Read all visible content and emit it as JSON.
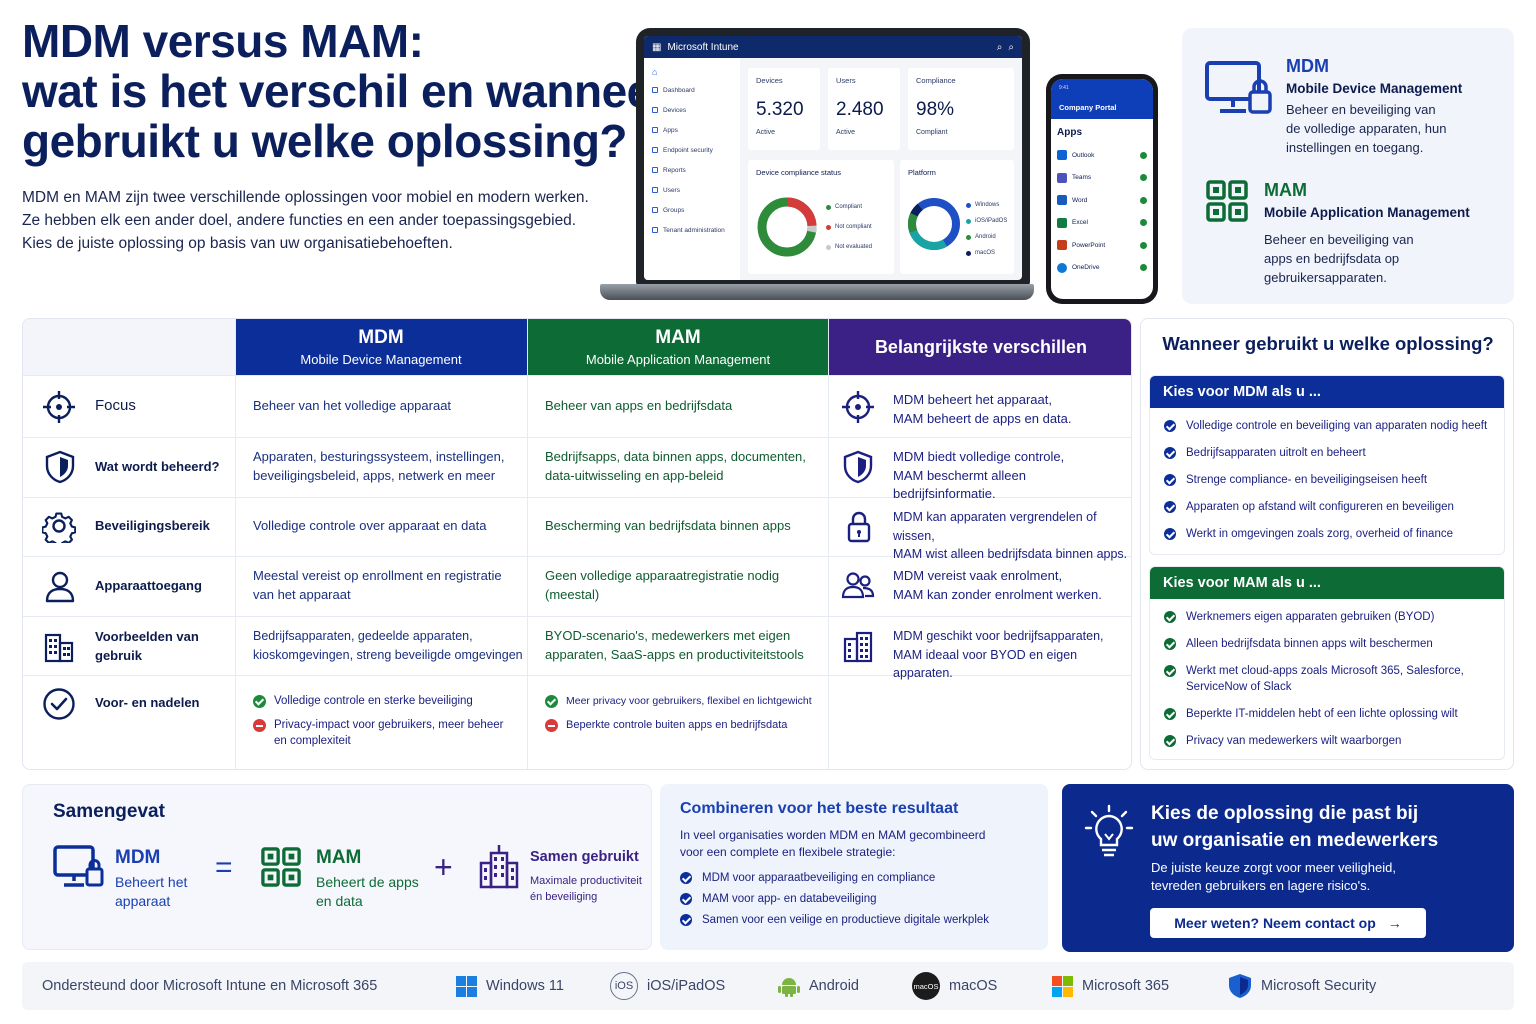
{
  "header": {
    "title_lines": [
      "MDM versus MAM:",
      "wat is het verschil en wanneer",
      "gebruikt u welke oplossing?"
    ],
    "intro_lines": [
      "MDM en MAM zijn twee verschillende oplossingen voor mobiel en modern werken.",
      "Ze hebben elk een ander doel, andere functies en een ander toepassingsgebied.",
      "Kies de juiste oplossing op basis van uw organisatiebehoeften."
    ]
  },
  "laptop": {
    "app_title": "Microsoft Intune",
    "nav": [
      "Dashboard",
      "Devices",
      "Apps",
      "Endpoint security",
      "Reports",
      "Users",
      "Groups",
      "Tenant administration"
    ],
    "kpis": [
      {
        "label": "Devices",
        "value": "5.320",
        "sub": "Active"
      },
      {
        "label": "Users",
        "value": "2.480",
        "sub": "Active"
      },
      {
        "label": "Compliance",
        "value": "98%",
        "sub": "Compliant"
      }
    ],
    "compliance_panel": {
      "title": "Device compliance status",
      "legend": [
        "Compliant",
        "Not compliant",
        "Not evaluated"
      ]
    },
    "platform_panel": {
      "title": "Platform",
      "legend": [
        "Windows",
        "iOS/iPadOS",
        "Android",
        "macOS"
      ]
    }
  },
  "phone": {
    "time": "9:41",
    "app_title": "Company Portal",
    "apps_heading": "Apps",
    "apps": [
      "Outlook",
      "Teams",
      "Word",
      "Excel",
      "PowerPoint",
      "OneDrive"
    ]
  },
  "definitions": {
    "mdm": {
      "heading": "MDM",
      "subtitle": "Mobile Device Management",
      "lines": [
        "Beheer en beveiliging van",
        "de volledige apparaten, hun",
        "instellingen en toegang."
      ]
    },
    "mam": {
      "heading": "MAM",
      "subtitle": "Mobile Application Management",
      "lines": [
        "Beheer en beveiliging van",
        "apps en bedrijfsdata op",
        "gebruikersapparaten."
      ]
    }
  },
  "table": {
    "mdm_head": {
      "title": "MDM",
      "subtitle": "Mobile Device Management"
    },
    "mam_head": {
      "title": "MAM",
      "subtitle": "Mobile Application Management"
    },
    "diff_head": "Belangrijkste verschillen",
    "rows": [
      {
        "label": "Focus",
        "mdm": "Beheer van het volledige apparaat",
        "mam": "Beheer van apps en bedrijfsdata",
        "diff": [
          "MDM beheert het apparaat,",
          "MAM beheert de apps en data."
        ]
      },
      {
        "label": "Wat wordt beheerd?",
        "mdm": [
          "Apparaten, besturingssysteem, instellingen,",
          "beveiligingsbeleid, apps, netwerk en meer"
        ],
        "mam": [
          "Bedrijfsapps, data binnen apps, documenten,",
          "data-uitwisseling en app-beleid"
        ],
        "diff": [
          "MDM biedt volledige controle,",
          "MAM beschermt alleen bedrijfsinformatie."
        ]
      },
      {
        "label": "Beveiligingsbereik",
        "mdm": "Volledige controle over apparaat en data",
        "mam": "Bescherming van bedrijfsdata binnen apps",
        "diff": [
          "MDM kan apparaten vergrendelen of wissen,",
          "MAM wist alleen bedrijfsdata binnen apps."
        ]
      },
      {
        "label": "Apparaattoegang",
        "mdm": [
          "Meestal vereist op enrollment en registratie",
          "van het apparaat"
        ],
        "mam": [
          "Geen volledige apparaatregistratie nodig",
          "(meestal)"
        ],
        "diff": [
          "MDM vereist vaak enrolment,",
          "MAM kan zonder enrolment werken."
        ]
      },
      {
        "label": [
          "Voorbeelden van",
          "gebruik"
        ],
        "mdm": [
          "Bedrijfsapparaten, gedeelde apparaten,",
          "kioskomgevingen, streng beveiligde omgevingen"
        ],
        "mam": [
          "BYOD-scenario's, medewerkers met eigen",
          "apparaten, SaaS-apps en productiviteitstools"
        ],
        "diff": [
          "MDM geschikt voor bedrijfsapparaten,",
          "MAM ideaal voor BYOD en eigen apparaten."
        ]
      },
      {
        "label": "Voor- en nadelen",
        "mdm_pro": "Volledige controle en sterke beveiliging",
        "mdm_con": [
          "Privacy-impact voor gebruikers, meer beheer",
          "en complexiteit"
        ],
        "mam_pro": "Meer privacy voor gebruikers, flexibel en lichtgewicht",
        "mam_con": "Beperkte controle buiten apps en bedrijfsdata"
      }
    ]
  },
  "when": {
    "title": "Wanneer gebruikt u welke oplossing?",
    "mdm_head": "Kies voor MDM als u ...",
    "mdm_items": [
      "Volledige controle en beveiliging van apparaten nodig heeft",
      "Bedrijfsapparaten uitrolt en beheert",
      "Strenge compliance- en beveiligingseisen heeft",
      "Apparaten op afstand wilt configureren en beveiligen",
      "Werkt in omgevingen zoals zorg, overheid of finance"
    ],
    "mam_head": "Kies voor MAM als u ...",
    "mam_items": [
      [
        "Werknemers eigen apparaten gebruiken (BYOD)"
      ],
      [
        "Alleen bedrijfsdata binnen apps wilt beschermen"
      ],
      [
        "Werkt met cloud-apps zoals Microsoft 365, Salesforce,",
        "ServiceNow of Slack"
      ],
      [
        "Beperkte IT-middelen hebt of een lichte oplossing wilt"
      ],
      [
        "Privacy van medewerkers wilt waarborgen"
      ]
    ]
  },
  "summary": {
    "title": "Samengevat",
    "mdm": {
      "name": "MDM",
      "lines": [
        "Beheert het",
        "apparaat"
      ]
    },
    "equals": "=",
    "mam": {
      "name": "MAM",
      "lines": [
        "Beheert de apps",
        "en data"
      ]
    },
    "plus": "+",
    "together": {
      "name": "Samen gebruikt",
      "lines": [
        "Maximale productiviteit",
        "én beveiliging"
      ]
    }
  },
  "combine": {
    "title": "Combineren voor het beste resultaat",
    "intro": [
      "In veel organisaties worden MDM en MAM gecombineerd",
      "voor een complete en flexibele strategie:"
    ],
    "items": [
      "MDM voor apparaatbeveiliging en compliance",
      "MAM voor app- en databeveiliging",
      "Samen voor een veilige en productieve digitale werkplek"
    ]
  },
  "cta": {
    "title": [
      "Kies de oplossing die past bij",
      "uw organisatie en medewerkers"
    ],
    "text": [
      "De juiste keuze zorgt voor meer veiligheid,",
      "tevreden gebruikers en lagere risico's."
    ],
    "button": "Meer weten? Neem contact op",
    "arrow": "→"
  },
  "footer": {
    "text": "Ondersteund door Microsoft Intune en Microsoft 365",
    "platforms": [
      "Windows 11",
      "iOS/iPadOS",
      "Android",
      "macOS",
      "Microsoft 365",
      "Microsoft Security"
    ],
    "ios_badge": "iOS",
    "macos_badge": "macOS"
  },
  "colors": {
    "navy": "#0b1f5c",
    "mdm_blue": "#0b2e99",
    "mam_green": "#0d6b35",
    "diff_purple": "#3b2185",
    "accent_blue": "#1a3fb0",
    "check_green": "#1d8a3b",
    "con_red": "#d93a3a"
  }
}
